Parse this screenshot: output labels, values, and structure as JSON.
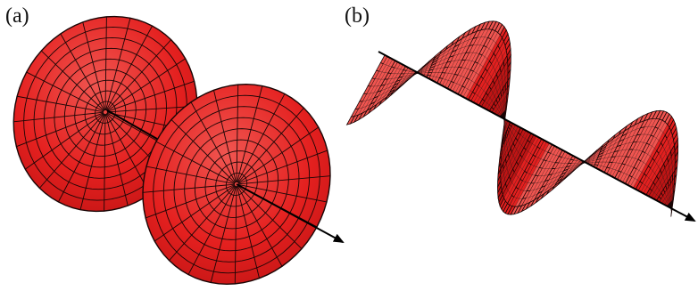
{
  "panels": [
    {
      "label": "(a)"
    },
    {
      "label": "(b)"
    }
  ],
  "colors": {
    "surface_fill": "#e4201f",
    "surface_shade": "#c01414",
    "surface_highlight": "#f05550",
    "mesh_line": "#1a0606",
    "axis": "#000000",
    "background": "#ffffff"
  },
  "icons": [
    "axis-arrow"
  ],
  "mesh": {
    "radial_divisions": 24,
    "ring_count": 9
  }
}
